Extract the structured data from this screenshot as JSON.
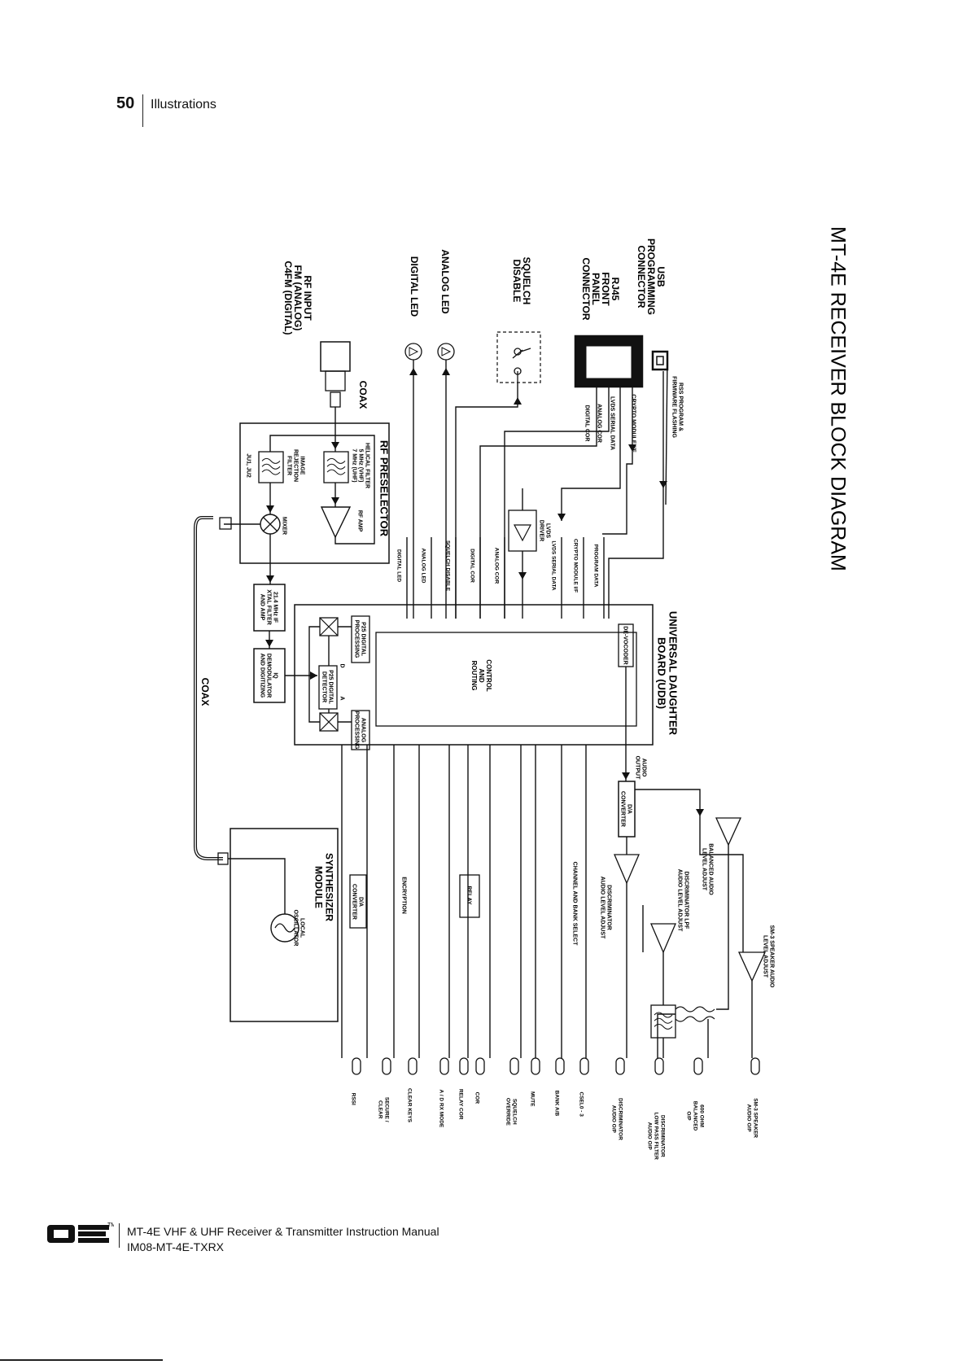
{
  "header": {
    "page_number": "50",
    "section": "Illustrations"
  },
  "diagram": {
    "title": "MT-4E RECEIVER BLOCK DIAGRAM",
    "left_labels": {
      "usb": [
        "USB",
        "PROGRAMMING",
        "CONNECTOR"
      ],
      "rj45": [
        "RJ45",
        "FRONT",
        "PANEL",
        "CONNECTOR"
      ],
      "squelch": [
        "SQUELCH",
        "DISABLE"
      ],
      "analog_led": "ANALOG LED",
      "digital_led": "DIGITAL LED",
      "rf_input": [
        "RF INPUT",
        "FM (ANALOG)",
        "C4FM (DIGITAL)"
      ]
    },
    "coax_top": "COAX",
    "coax_bottom": "COAX",
    "rf_preselector": {
      "title": "RF PRESELECTOR",
      "helical": [
        "HELICAL FILTER",
        "5 MHz (VHF)",
        "7 MHz (UHF)"
      ],
      "image_rejection": [
        "IMAGE",
        "REJECTION",
        "FILTER"
      ],
      "jumpers": "JU1, JU2",
      "rf_amp": "RF AMP",
      "mixer": "MIXER"
    },
    "xtal": [
      "21.4 MHz IF",
      "XTAL FILTER",
      "AND AMP"
    ],
    "iq": [
      "IQ",
      "DEMODULATOR",
      "AND DIGITIZING"
    ],
    "udb": {
      "title": [
        "UNIVERSAL DAUGHTER",
        "BOARD (UDB)"
      ],
      "devocoder": "DE-VOCODER",
      "control": [
        "CONTROL",
        "AND",
        "ROUTING"
      ],
      "p25_proc": [
        "P25 DIGITAL",
        "PROCESSING"
      ],
      "p25_det": [
        "P25 DIGITAL",
        "DETECTOR"
      ],
      "analog_proc": [
        "ANALOG",
        "PROCESSING"
      ],
      "d_label": "D",
      "a_label": "A"
    },
    "usb_signal": [
      "RSS PROGRAM &",
      "FIRMWARE FLASHING"
    ],
    "rj45_signals": [
      "CRYPTO MODULE I/F",
      "LVDS SERIAL DATA",
      "ANALOG COR",
      "DIGITAL COR"
    ],
    "lvds_driver": [
      "LVDS",
      "DRIVER"
    ],
    "udb_inputs": [
      "PROGRAM DATA",
      "CRYPTO MODULE I/F",
      "LVDS SERIAL DATA",
      "ANALOG COR",
      "DIGITAL COR",
      "SQUELCH DISABLE",
      "ANALOG LED",
      "DIGITAL LED"
    ],
    "audio_output": [
      "AUDIO",
      "OUTPUT"
    ],
    "da_converter": [
      "D/A",
      "CONVERTER"
    ],
    "balanced_adjust": [
      "BALANCED AUDIO",
      "LEVEL ADJUST"
    ],
    "sm_adjust": [
      "SM-3 SPEAKER AUDIO",
      "LEVEL ADJUST"
    ],
    "disc_lpf_adjust": [
      "DISCRIMINATOR LPF",
      "AUDIO LEVEL ADJUST"
    ],
    "disc_adjust": [
      "DISCRIMINATOR",
      "AUDIO LEVEL ADJUST"
    ],
    "channel_bank": "CHANNEL AND BANK SELECT",
    "relay": "RELAY",
    "encryption": "ENCRYPTION",
    "da_converter2": [
      "D/A",
      "CONVERTER"
    ],
    "synth": {
      "title": [
        "SYNTHESIZER",
        "MODULE"
      ],
      "lo": [
        "LOCAL",
        "OSCILLATOR"
      ]
    },
    "outputs": [
      [
        "SM-3 SPEAKER",
        "AUDIO O/P"
      ],
      [
        "600 OHM",
        "BALANCED",
        "O/P"
      ],
      [
        "DISCRIMINATOR",
        "LOW PASS FILTER",
        "AUDIO O/P"
      ],
      [
        "DISCRIMINATOR",
        "AUDIO O/P"
      ],
      [
        "CSEL0 - 3"
      ],
      [
        "BANK A/B"
      ],
      [
        "MUTE"
      ],
      [
        "SQUELCH",
        "OVERRIDE"
      ],
      [
        "COR"
      ],
      [
        "RELAY COR"
      ],
      [
        "A / D RX MODE"
      ],
      [
        "CLEAR KEYS"
      ],
      [
        "SECURE /",
        "CLEAR"
      ],
      [
        "RSSI"
      ]
    ]
  },
  "footer": {
    "title": "MT-4E VHF & UHF Receiver & Transmitter Instruction Manual",
    "code": "IM08-MT-4E-TXRX",
    "tm": "TM"
  }
}
